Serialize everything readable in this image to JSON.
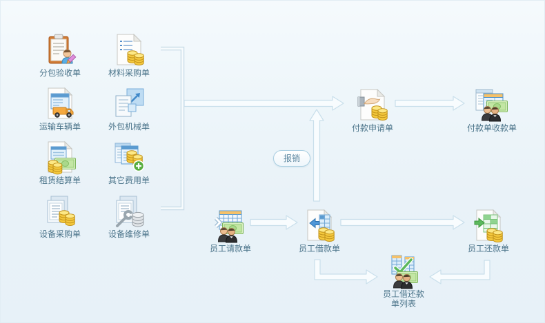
{
  "palette": {
    "background_top": "#f5fafd",
    "background_bottom": "#e7f1f8",
    "label_color": "#4a7389",
    "connector_stroke": "#c9dfeb",
    "connector_fill": "#f8fcfe",
    "bubble_border": "#a9cee1",
    "bubble_text": "#5d87a0"
  },
  "nodes": {
    "subcontract_acceptance": {
      "label": "分包验收单",
      "icon": "clipboard-person-pencil-icon"
    },
    "material_purchase": {
      "label": "材料采购单",
      "icon": "document-numbered-list-coins-icon"
    },
    "transport_vehicle": {
      "label": "运输车辆单",
      "icon": "document-truck-icon"
    },
    "outsourced_machinery": {
      "label": "外包机械单",
      "icon": "documents-diagonal-arrow-icon"
    },
    "lease_settlement": {
      "label": "租赁结算单",
      "icon": "document-banknote-coins-icon"
    },
    "other_expense": {
      "label": "其它费用单",
      "icon": "tables-coins-plus-icon"
    },
    "equipment_purchase": {
      "label": "设备采购单",
      "icon": "stacked-documents-coins-icon"
    },
    "equipment_repair": {
      "label": "设备维修单",
      "icon": "documents-wrench-database-icon"
    },
    "payment_request": {
      "label": "付款申请单",
      "icon": "document-hand-coins-icon"
    },
    "payment_receipt": {
      "label": "付款单收款单",
      "icon": "tables-banknote-people-icon"
    },
    "employee_cash_request": {
      "label": "员工请款单",
      "icon": "table-banknote-people-icon"
    },
    "employee_loan": {
      "label": "员工借款单",
      "icon": "document-blue-arrow-table-coins-icon"
    },
    "employee_repayment": {
      "label": "员工还款单",
      "icon": "document-green-arrow-table-coins-icon"
    },
    "employee_loan_list": {
      "label": "员工借还款单列表",
      "icon": "tables-checkmark-banknote-people-icon"
    }
  },
  "annotations": {
    "reimbursement_bubble": "报销"
  }
}
